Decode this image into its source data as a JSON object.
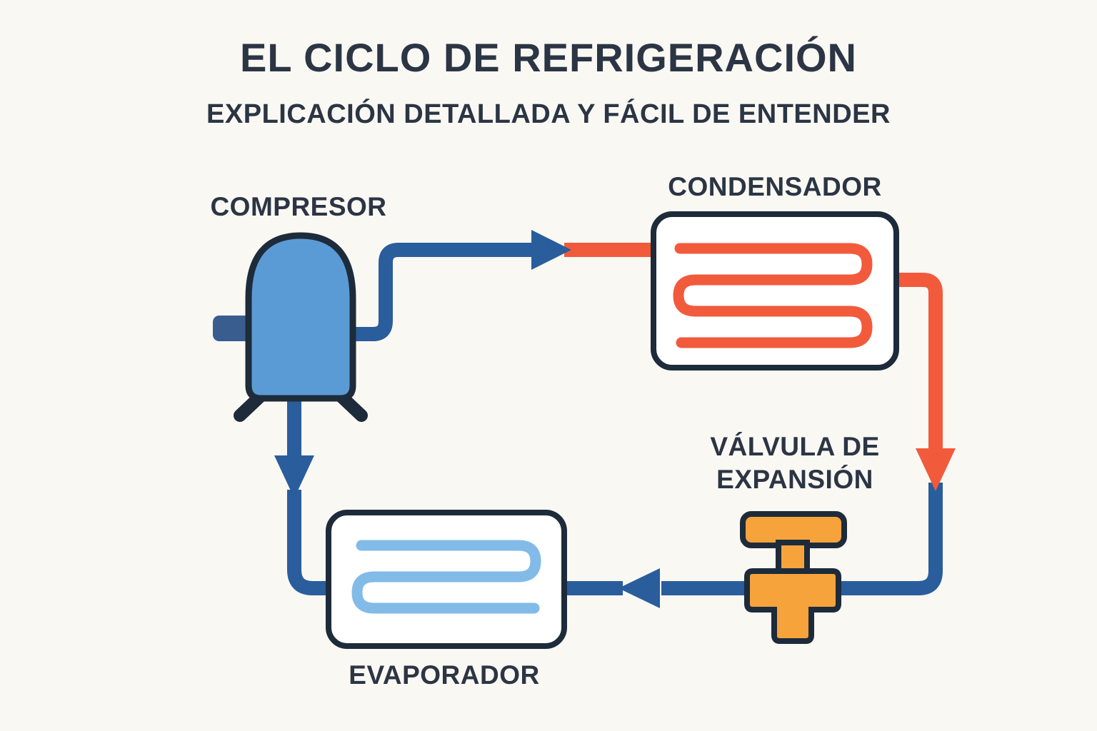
{
  "header": {
    "title": "EL CICLO DE REFRIGERACIÓN",
    "subtitle": "EXPLICACIÓN DETALLADA Y FÁCIL DE ENTENDER"
  },
  "components": {
    "compressor": {
      "label": "COMPRESOR"
    },
    "condenser": {
      "label": "CONDENSADOR"
    },
    "expansion_valve": {
      "label_line1": "VÁLVULA DE",
      "label_line2": "EXPANSIÓN"
    },
    "evaporator": {
      "label": "EVAPORADOR"
    }
  },
  "connections": [
    {
      "from": "COMPRESOR",
      "to": "CONDENSADOR",
      "arrow_color": "#2a5d9c",
      "line_colors": [
        "#2a5d9c",
        "#f25a3c"
      ]
    },
    {
      "from": "CONDENSADOR",
      "to": "VÁLVULA DE EXPANSIÓN",
      "arrow_color": "#f25a3c",
      "line_colors": [
        "#f25a3c",
        "#2a5d9c"
      ]
    },
    {
      "from": "VÁLVULA DE EXPANSIÓN",
      "to": "EVAPORADOR",
      "arrow_color": "#2a5d9c",
      "line_colors": [
        "#2a5d9c"
      ]
    },
    {
      "from": "COMPRESOR",
      "to": "EVAPORADOR",
      "arrow_color": "#2a5d9c",
      "line_colors": [
        "#2a5d9c"
      ]
    }
  ],
  "colors": {
    "background": "#faf8f3",
    "textDark": "#2b3544",
    "pipeBlue": "#2a5d9c",
    "pipeRed": "#f25a3c",
    "compBlue": "#5b9bd5",
    "coilBlue": "#82bbe8",
    "valveOrange": "#f6a33c",
    "nozzleBlue": "#3a5d8f",
    "outline": "#1d2b3a",
    "boxFill": "#ffffff"
  }
}
